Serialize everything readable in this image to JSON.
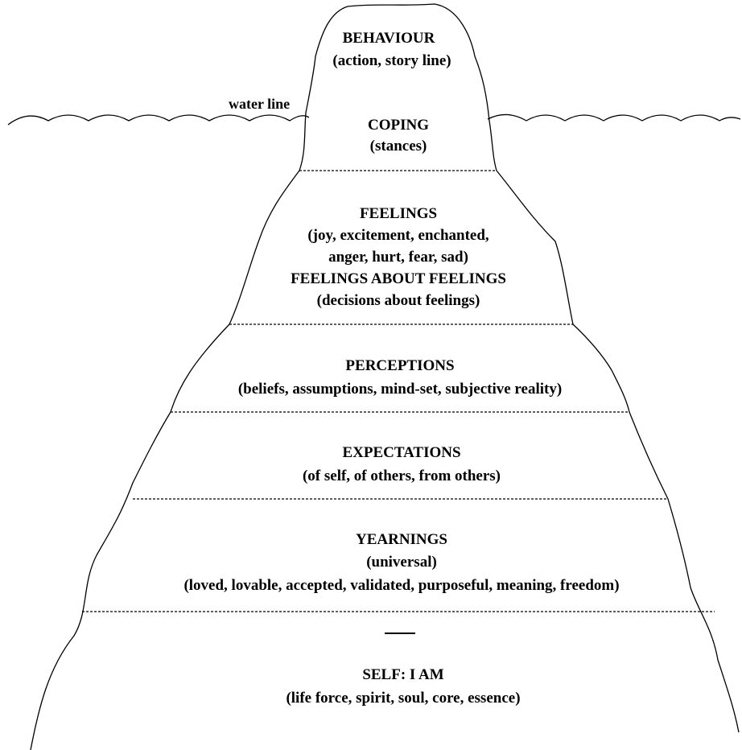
{
  "water_line_label": "water line",
  "layers": [
    {
      "title": "BEHAVIOUR",
      "lines": [
        "(action, story line)"
      ]
    },
    {
      "title": "COPING",
      "lines": [
        "(stances)"
      ]
    },
    {
      "title": "FEELINGS",
      "lines": [
        "(joy, excitement, enchanted,",
        "anger, hurt, fear, sad)",
        "FEELINGS ABOUT FEELINGS",
        "(decisions about feelings)"
      ]
    },
    {
      "title": "PERCEPTIONS",
      "lines": [
        "(beliefs, assumptions, mind-set, subjective reality)"
      ]
    },
    {
      "title": "EXPECTATIONS",
      "lines": [
        "(of self, of others, from others)"
      ]
    },
    {
      "title": "YEARNINGS",
      "lines": [
        "(universal)",
        "(loved, lovable, accepted, validated, purposeful, meaning, freedom)"
      ]
    },
    {
      "title": "SELF: I AM",
      "lines": [
        "(life force, spirit, soul, core, essence)"
      ]
    }
  ],
  "colors": {
    "ink": "#000000",
    "background": "#ffffff"
  }
}
